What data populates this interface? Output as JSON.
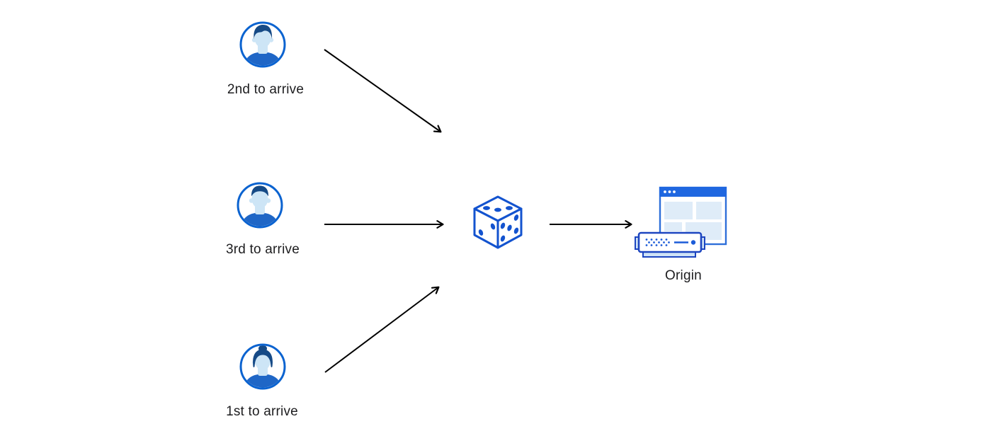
{
  "users": [
    {
      "label": "2nd to arrive",
      "avatar": "man-side-part-avatar"
    },
    {
      "label": "3rd to arrive",
      "avatar": "man-crew-cut-avatar"
    },
    {
      "label": "1st to arrive",
      "avatar": "woman-bun-avatar"
    }
  ],
  "randomizer": {
    "icon": "dice-icon"
  },
  "origin": {
    "label": "Origin",
    "icon": "origin-server-browser-icon"
  },
  "colors": {
    "ring_blue": "#0b63d0",
    "hair_blue": "#164a86",
    "shirt_blue": "#1f66c6",
    "face_blue": "#cde5f6",
    "dice_blue": "#1353cf",
    "titlebar_blue": "#1f67e0",
    "browser_border": "#2e6fd9",
    "panel_blue": "#dfecf8",
    "server_border": "#1c45c0",
    "server_accent": "#1c5cd8",
    "cap_fill": "#cfe3f6",
    "arrow_black": "#000000",
    "text_color": "#1d1d1f",
    "background": "#ffffff"
  }
}
